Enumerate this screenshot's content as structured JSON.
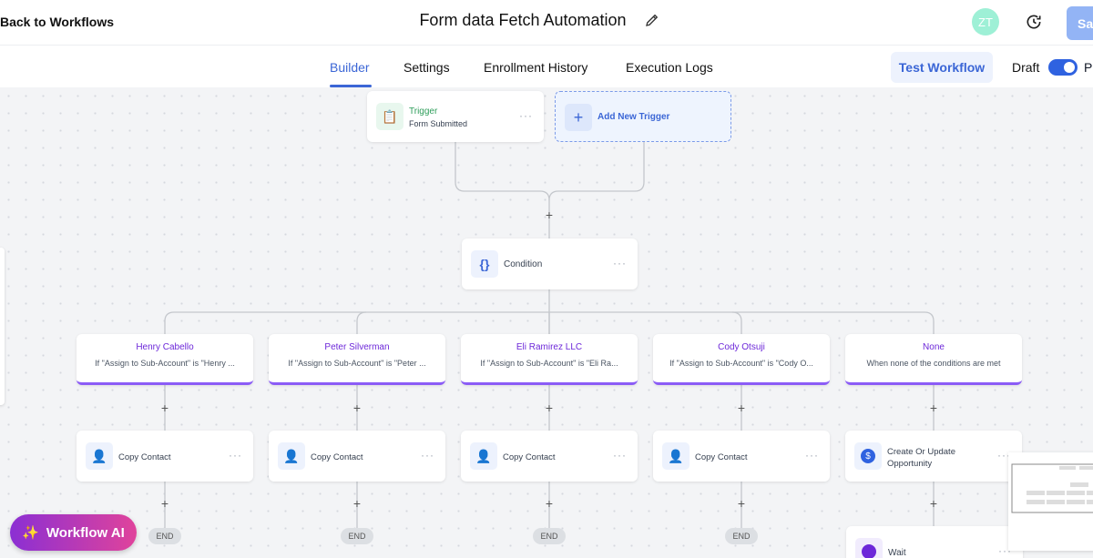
{
  "header": {
    "back_label": "Back to Workflows",
    "title": "Form data Fetch Automation",
    "avatar_initials": "ZT",
    "save_label": "Save"
  },
  "tabs": [
    {
      "label": "Builder",
      "active": true
    },
    {
      "label": "Settings"
    },
    {
      "label": "Enrollment History"
    },
    {
      "label": "Execution Logs"
    }
  ],
  "toolbar": {
    "test_label": "Test Workflow",
    "draft_label": "Draft",
    "publish_label": "Publish",
    "published": true
  },
  "colors": {
    "accent": "#3b66d6",
    "branch": "#8b5cf6"
  },
  "trigger": {
    "title": "Trigger",
    "subtitle": "Form Submitted",
    "icon": "clipboard-icon"
  },
  "add_trigger": {
    "label": "Add New Trigger"
  },
  "condition": {
    "label": "Condition",
    "icon": "braces-icon"
  },
  "branches": [
    {
      "name": "Henry Cabello",
      "desc": "If \"Assign to Sub-Account\" is \"Henry ...",
      "action": "Copy Contact",
      "end": "END"
    },
    {
      "name": "Peter Silverman",
      "desc": "If \"Assign to Sub-Account\" is \"Peter ...",
      "action": "Copy Contact",
      "end": "END"
    },
    {
      "name": "Eli Ramirez LLC",
      "desc": "If \"Assign to Sub-Account\" is \"Eli Ra...",
      "action": "Copy Contact",
      "end": "END"
    },
    {
      "name": "Cody Otsuji",
      "desc": "If \"Assign to Sub-Account\" is \"Cody O...",
      "action": "Copy Contact",
      "end": "END"
    },
    {
      "name": "None",
      "desc": "When none of the conditions are met",
      "action": "Create Or Update Opportunity",
      "next": "Wait"
    }
  ],
  "workflow_ai": {
    "label": "Workflow AI"
  }
}
